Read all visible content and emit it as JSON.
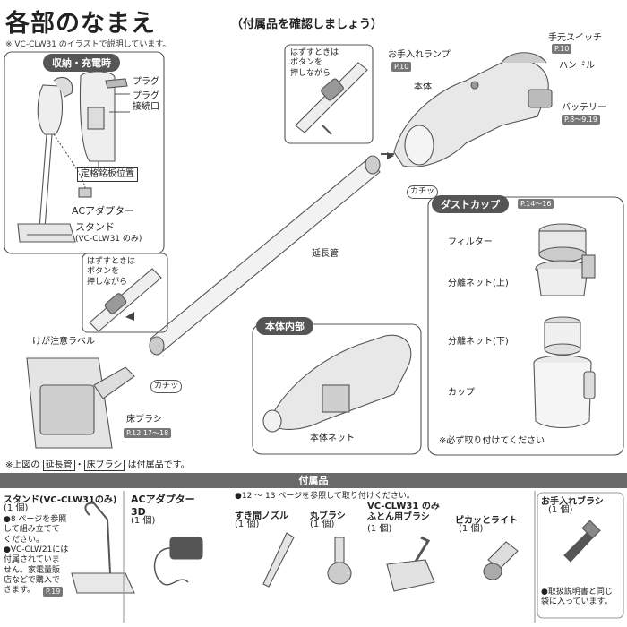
{
  "header": {
    "title": "各部のなまえ",
    "note": "※ VC-CLW31 のイラストで説明しています。",
    "accessory_check": "（付属品を確認しましょう）"
  },
  "storage": {
    "heading": "収納・充電時",
    "plug": "プラグ",
    "plug_socket": "プラグ\n接続口",
    "rating_plate": "定格銘板位置",
    "ac_adapter": "ACアダプター",
    "stand": "スタンド",
    "stand_note": "(VC-CLW31 のみ)"
  },
  "main": {
    "press_button_top": "はずすときは\nボタンを\n押しながら",
    "press_button_left": "はずすときは\nボタンを\n押しながら",
    "care_lamp": "お手入れランプ",
    "care_lamp_ref": "P.10",
    "hand_switch": "手元スイッチ",
    "hand_switch_ref": "P.10",
    "handle": "ハンドル",
    "body": "本体",
    "battery": "バッテリー",
    "battery_ref": "P.8～9.19",
    "click_top": "カチッ",
    "click_bottom": "カチッ",
    "extension_pipe": "延長管",
    "injury_label": "けが注意ラベル",
    "floor_brush": "床ブラシ",
    "floor_brush_ref": "P.12.17～18",
    "body_inside_heading": "本体内部",
    "body_net": "本体ネット"
  },
  "dustcup": {
    "heading": "ダストカップ",
    "ref": "P.14～16",
    "filter": "フィルター",
    "net_upper": "分離ネット(上)",
    "net_lower": "分離ネット(下)",
    "cup": "カップ",
    "note": "※必ず取り付けてください"
  },
  "footnote": {
    "prefix": "※上図の",
    "item1": "延長管",
    "sep": "・",
    "item2": "床ブラシ",
    "suffix": "は付属品です。"
  },
  "accessories": {
    "band_title": "付属品",
    "ref_note": "●12 ～ 13 ページを参照して取り付けください。",
    "stand_name": "スタンド(VC-CLW31のみ)",
    "stand_qty": "(1 個)",
    "stand_note1": "●8 ページを参照\nして組み立てて\nください。",
    "stand_note2": "●VC-CLW21には\n付属されていま\nせん。家電量販\n店などで購入で\nきます。",
    "stand_ref": "P.19",
    "ac_name": "ACアダプター\n3D",
    "ac_qty": "(1 個)",
    "nozzle_name": "すき間ノズル",
    "nozzle_qty": "(1 個)",
    "round_name": "丸ブラシ",
    "round_qty": "(1 個)",
    "futon_name": "VC-CLW31 のみ\nふとん用ブラシ",
    "futon_qty": "(1 個)",
    "light_name": "ピカッとライト",
    "light_qty": "(1 個)",
    "care_brush_name": "お手入れブラシ",
    "care_brush_qty": "(1 個)",
    "care_brush_note": "●取扱説明書と同じ\n袋に入っています。"
  }
}
